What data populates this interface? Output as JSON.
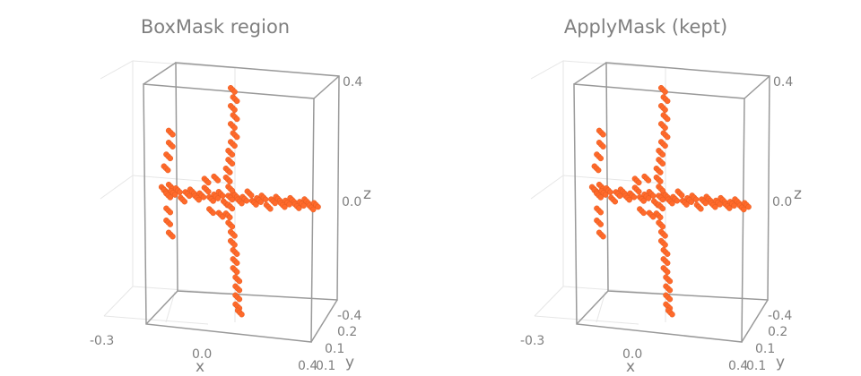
{
  "chart_data": [
    {
      "type": "scatter3d",
      "title": "BoxMask region",
      "xlabel": "x",
      "ylabel": "y",
      "zlabel": "z",
      "xlim": [
        -0.3,
        0.4
      ],
      "ylim": [
        0.1,
        0.2
      ],
      "zlim": [
        -0.4,
        0.4
      ],
      "x_ticks": [
        "-0.3",
        "0.0",
        "0.4"
      ],
      "y_ticks": [
        "0.1",
        "0.1",
        "0.2"
      ],
      "z_ticks": [
        "-0.4",
        "0.0",
        "0.4"
      ],
      "marker_color": "#ff6a2b",
      "grid": true,
      "series": [
        {
          "points": [
            [
              -0.28,
              0.15,
              0.01
            ],
            [
              -0.27,
              0.15,
              0.0
            ],
            [
              -0.26,
              0.15,
              -0.01
            ],
            [
              -0.25,
              0.15,
              0.02
            ],
            [
              -0.24,
              0.15,
              0.0
            ],
            [
              -0.22,
              0.15,
              0.01
            ],
            [
              -0.2,
              0.15,
              -0.02
            ],
            [
              -0.18,
              0.15,
              0.0
            ],
            [
              -0.16,
              0.15,
              0.01
            ],
            [
              -0.14,
              0.15,
              -0.01
            ],
            [
              -0.12,
              0.15,
              0.0
            ],
            [
              -0.1,
              0.15,
              0.02
            ],
            [
              -0.08,
              0.15,
              -0.01
            ],
            [
              -0.06,
              0.15,
              0.0
            ],
            [
              -0.04,
              0.15,
              0.01
            ],
            [
              -0.02,
              0.15,
              -0.02
            ],
            [
              0.0,
              0.15,
              0.0
            ],
            [
              0.02,
              0.15,
              0.01
            ],
            [
              0.04,
              0.15,
              -0.01
            ],
            [
              0.06,
              0.15,
              0.0
            ],
            [
              0.08,
              0.15,
              0.02
            ],
            [
              0.1,
              0.15,
              -0.01
            ],
            [
              0.12,
              0.15,
              0.0
            ],
            [
              0.14,
              0.15,
              0.01
            ],
            [
              0.16,
              0.15,
              -0.02
            ],
            [
              0.18,
              0.15,
              0.0
            ],
            [
              0.2,
              0.15,
              0.01
            ],
            [
              0.22,
              0.15,
              -0.01
            ],
            [
              0.24,
              0.15,
              0.0
            ],
            [
              0.26,
              0.15,
              0.01
            ],
            [
              0.28,
              0.15,
              -0.01
            ],
            [
              0.3,
              0.15,
              0.0
            ],
            [
              0.32,
              0.15,
              0.01
            ],
            [
              0.34,
              0.15,
              -0.01
            ],
            [
              0.36,
              0.15,
              0.0
            ],
            [
              -0.27,
              0.15,
              0.08
            ],
            [
              -0.26,
              0.15,
              0.12
            ],
            [
              -0.25,
              0.15,
              0.16
            ],
            [
              -0.25,
              0.15,
              0.2
            ],
            [
              -0.26,
              0.15,
              -0.06
            ],
            [
              -0.26,
              0.15,
              -0.1
            ],
            [
              -0.25,
              0.15,
              -0.14
            ],
            [
              -0.1,
              0.15,
              0.05
            ],
            [
              -0.08,
              0.15,
              -0.05
            ],
            [
              -0.06,
              0.15,
              0.06
            ],
            [
              -0.04,
              0.15,
              -0.06
            ],
            [
              0.01,
              0.15,
              0.36
            ],
            [
              0.02,
              0.15,
              0.33
            ],
            [
              0.01,
              0.15,
              0.3
            ],
            [
              0.02,
              0.15,
              0.27
            ],
            [
              0.01,
              0.15,
              0.24
            ],
            [
              0.02,
              0.15,
              0.21
            ],
            [
              0.01,
              0.15,
              0.18
            ],
            [
              0.0,
              0.15,
              0.15
            ],
            [
              0.0,
              0.15,
              0.12
            ],
            [
              -0.01,
              0.15,
              0.09
            ],
            [
              -0.01,
              0.15,
              0.06
            ],
            [
              0.0,
              0.15,
              0.03
            ],
            [
              0.0,
              0.15,
              -0.03
            ],
            [
              -0.01,
              0.15,
              -0.06
            ],
            [
              0.0,
              0.15,
              -0.09
            ],
            [
              0.01,
              0.15,
              -0.12
            ],
            [
              0.01,
              0.15,
              -0.15
            ],
            [
              0.02,
              0.15,
              -0.18
            ],
            [
              0.02,
              0.15,
              -0.21
            ],
            [
              0.02,
              0.15,
              -0.24
            ],
            [
              0.03,
              0.15,
              -0.27
            ],
            [
              0.03,
              0.15,
              -0.3
            ],
            [
              0.03,
              0.15,
              -0.33
            ],
            [
              0.03,
              0.15,
              -0.36
            ],
            [
              0.04,
              0.15,
              -0.38
            ]
          ]
        }
      ]
    },
    {
      "type": "scatter3d",
      "title": "ApplyMask (kept)",
      "xlabel": "x",
      "ylabel": "y",
      "zlabel": "z",
      "xlim": [
        -0.3,
        0.4
      ],
      "ylim": [
        0.1,
        0.2
      ],
      "zlim": [
        -0.4,
        0.4
      ],
      "x_ticks": [
        "-0.3",
        "0.0",
        "0.4"
      ],
      "y_ticks": [
        "0.1",
        "0.1",
        "0.2"
      ],
      "z_ticks": [
        "-0.4",
        "0.0",
        "0.4"
      ],
      "marker_color": "#ff6a2b",
      "grid": true,
      "series": [
        {
          "points": [
            [
              -0.28,
              0.15,
              0.01
            ],
            [
              -0.27,
              0.15,
              0.0
            ],
            [
              -0.26,
              0.15,
              -0.01
            ],
            [
              -0.25,
              0.15,
              0.02
            ],
            [
              -0.24,
              0.15,
              0.0
            ],
            [
              -0.22,
              0.15,
              0.01
            ],
            [
              -0.2,
              0.15,
              -0.02
            ],
            [
              -0.18,
              0.15,
              0.0
            ],
            [
              -0.16,
              0.15,
              0.01
            ],
            [
              -0.14,
              0.15,
              -0.01
            ],
            [
              -0.12,
              0.15,
              0.0
            ],
            [
              -0.1,
              0.15,
              0.02
            ],
            [
              -0.08,
              0.15,
              -0.01
            ],
            [
              -0.06,
              0.15,
              0.0
            ],
            [
              -0.04,
              0.15,
              0.01
            ],
            [
              -0.02,
              0.15,
              -0.02
            ],
            [
              0.0,
              0.15,
              0.0
            ],
            [
              0.02,
              0.15,
              0.01
            ],
            [
              0.04,
              0.15,
              -0.01
            ],
            [
              0.06,
              0.15,
              0.0
            ],
            [
              0.08,
              0.15,
              0.02
            ],
            [
              0.1,
              0.15,
              -0.01
            ],
            [
              0.12,
              0.15,
              0.0
            ],
            [
              0.14,
              0.15,
              0.01
            ],
            [
              0.16,
              0.15,
              -0.02
            ],
            [
              0.18,
              0.15,
              0.0
            ],
            [
              0.2,
              0.15,
              0.01
            ],
            [
              0.22,
              0.15,
              -0.01
            ],
            [
              0.24,
              0.15,
              0.0
            ],
            [
              0.26,
              0.15,
              0.01
            ],
            [
              0.28,
              0.15,
              -0.01
            ],
            [
              0.3,
              0.15,
              0.0
            ],
            [
              0.32,
              0.15,
              0.01
            ],
            [
              0.34,
              0.15,
              -0.01
            ],
            [
              0.36,
              0.15,
              0.0
            ],
            [
              -0.27,
              0.15,
              0.08
            ],
            [
              -0.26,
              0.15,
              0.12
            ],
            [
              -0.25,
              0.15,
              0.16
            ],
            [
              -0.25,
              0.15,
              0.2
            ],
            [
              -0.26,
              0.15,
              -0.06
            ],
            [
              -0.26,
              0.15,
              -0.1
            ],
            [
              -0.25,
              0.15,
              -0.14
            ],
            [
              -0.1,
              0.15,
              0.05
            ],
            [
              -0.08,
              0.15,
              -0.05
            ],
            [
              -0.06,
              0.15,
              0.06
            ],
            [
              -0.04,
              0.15,
              -0.06
            ],
            [
              0.01,
              0.15,
              0.36
            ],
            [
              0.02,
              0.15,
              0.33
            ],
            [
              0.01,
              0.15,
              0.3
            ],
            [
              0.02,
              0.15,
              0.27
            ],
            [
              0.01,
              0.15,
              0.24
            ],
            [
              0.02,
              0.15,
              0.21
            ],
            [
              0.01,
              0.15,
              0.18
            ],
            [
              0.0,
              0.15,
              0.15
            ],
            [
              0.0,
              0.15,
              0.12
            ],
            [
              -0.01,
              0.15,
              0.09
            ],
            [
              -0.01,
              0.15,
              0.06
            ],
            [
              0.0,
              0.15,
              0.03
            ],
            [
              0.0,
              0.15,
              -0.03
            ],
            [
              -0.01,
              0.15,
              -0.06
            ],
            [
              0.0,
              0.15,
              -0.09
            ],
            [
              0.01,
              0.15,
              -0.12
            ],
            [
              0.01,
              0.15,
              -0.15
            ],
            [
              0.02,
              0.15,
              -0.18
            ],
            [
              0.02,
              0.15,
              -0.21
            ],
            [
              0.02,
              0.15,
              -0.24
            ],
            [
              0.03,
              0.15,
              -0.27
            ],
            [
              0.03,
              0.15,
              -0.3
            ],
            [
              0.03,
              0.15,
              -0.33
            ],
            [
              0.03,
              0.15,
              -0.36
            ],
            [
              0.04,
              0.15,
              -0.38
            ]
          ]
        }
      ]
    }
  ]
}
